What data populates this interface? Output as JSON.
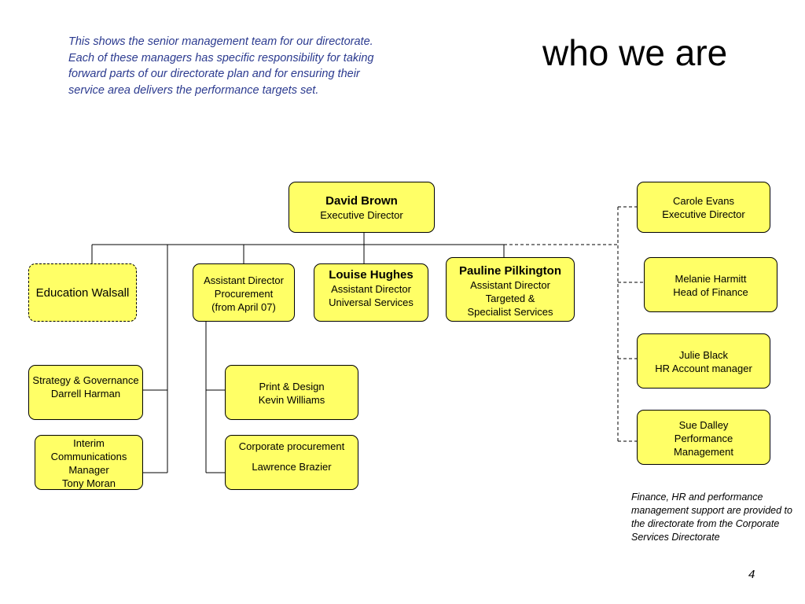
{
  "intro_text": "This shows the senior management team for our directorate.  Each of these managers has specific responsibility for taking forward parts of our directorate plan and for ensuring their service area delivers the performance targets set.",
  "title": "who we are",
  "chart_data": {
    "type": "org-chart",
    "root": {
      "name": "David Brown",
      "role": "Executive Director"
    },
    "external_dashed_links": [
      {
        "name": "Carole Evans",
        "role": "Executive Director"
      },
      {
        "name": "Melanie Harmitt",
        "role": "Head of Finance"
      },
      {
        "name": "Julie Black",
        "role": "HR Account manager"
      },
      {
        "name": "Sue Dalley",
        "role_line1": "Performance",
        "role_line2": "Management"
      }
    ],
    "direct_reports": [
      {
        "label": "Education Walsall",
        "dashed": true
      },
      {
        "role_line1": "Assistant Director",
        "role_line2": "Procurement",
        "role_line3": "(from April 07)",
        "children": [
          {
            "name": "Print & Design",
            "person": "Kevin Williams"
          },
          {
            "name": "Corporate procurement",
            "person": "Lawrence Brazier"
          }
        ]
      },
      {
        "name": "Louise Hughes",
        "role_line1": "Assistant Director",
        "role_line2": "Universal Services"
      },
      {
        "name": "Pauline Pilkington",
        "role_line1": "Assistant Director",
        "role_line2": "Targeted &",
        "role_line3": "Specialist Services"
      }
    ],
    "side_reports": [
      {
        "line1": "Strategy & Governance",
        "line2": "Darrell Harman"
      },
      {
        "line1": "Interim",
        "line2": "Communications",
        "line3": "Manager",
        "line4": "Tony Moran"
      }
    ]
  },
  "footnote": "Finance, HR and performance management support are provided to the directorate from the Corporate Services Directorate",
  "page_number": "4"
}
